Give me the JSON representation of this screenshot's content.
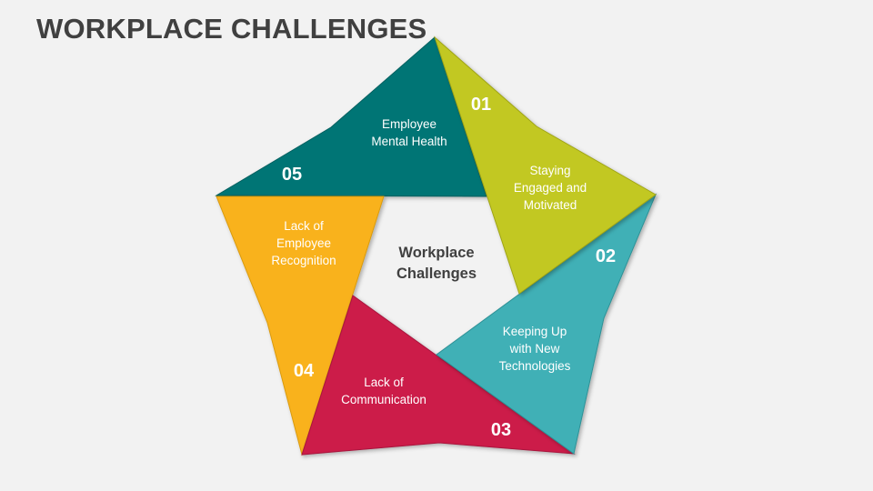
{
  "slide": {
    "title": "WORKPLACE CHALLENGES",
    "center_label": {
      "line1": "Workplace",
      "line2": "Challenges"
    }
  },
  "segments": [
    {
      "number": "01",
      "lines": [
        "Staying",
        "Engaged and",
        "Motivated"
      ],
      "color": "#c2c823"
    },
    {
      "number": "02",
      "lines": [
        "Keeping Up",
        "with New",
        "Technologies"
      ],
      "color": "#3fb0b6"
    },
    {
      "number": "03",
      "lines": [
        "Lack of",
        "Communication"
      ],
      "color": "#cc1a4a"
    },
    {
      "number": "04",
      "lines": [
        "Lack of",
        "Employee",
        "Recognition"
      ],
      "color": "#f9b21a"
    },
    {
      "number": "05",
      "lines": [
        "Employee",
        "Mental Health"
      ],
      "color": "#007575"
    }
  ],
  "colors": {
    "background": "#f2f2f2",
    "title_text": "#404040",
    "label_text": "#ffffff"
  }
}
